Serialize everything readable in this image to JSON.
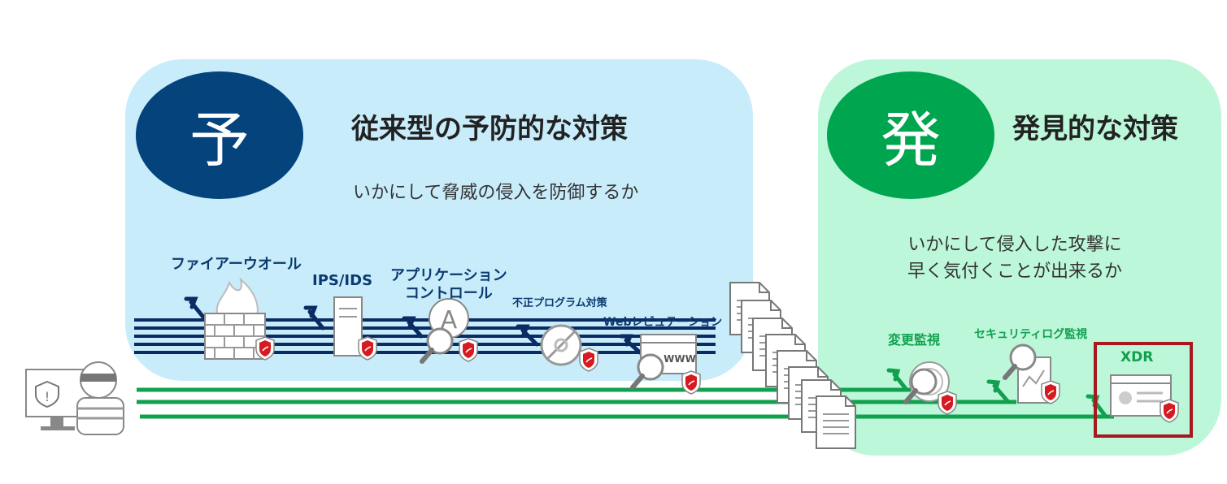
{
  "preventive": {
    "circle_char": "予",
    "title": "従来型の予防的な対策",
    "subtitle": "いかにして脅威の侵入を防御するか",
    "items": {
      "firewall": "ファイアーウオール",
      "ips_ids": "IPS/IDS",
      "app_control_line1": "アプリケーション",
      "app_control_line2": "コントロール",
      "malware": "不正プログラム対策",
      "web_reputation": "Webレピュテーション"
    }
  },
  "detective": {
    "circle_char": "発",
    "title": "発見的な対策",
    "subtitle_line1": "いかにして侵入した攻撃に",
    "subtitle_line2": "早く気付くことが出来るか",
    "items": {
      "change_monitoring": "変更監視",
      "security_log_monitoring": "セキュリティログ監視",
      "xdr": "XDR"
    }
  },
  "icon_text": {
    "www": "WWW"
  },
  "colors": {
    "preventive_panel": "#c9ecfb",
    "preventive_circle": "#05437d",
    "detective_panel": "#bdf7d9",
    "detective_circle": "#00a54f",
    "navy_lines": "#0b2b63",
    "green_lines": "#11a04e",
    "xdr_highlight": "#a6191f"
  }
}
